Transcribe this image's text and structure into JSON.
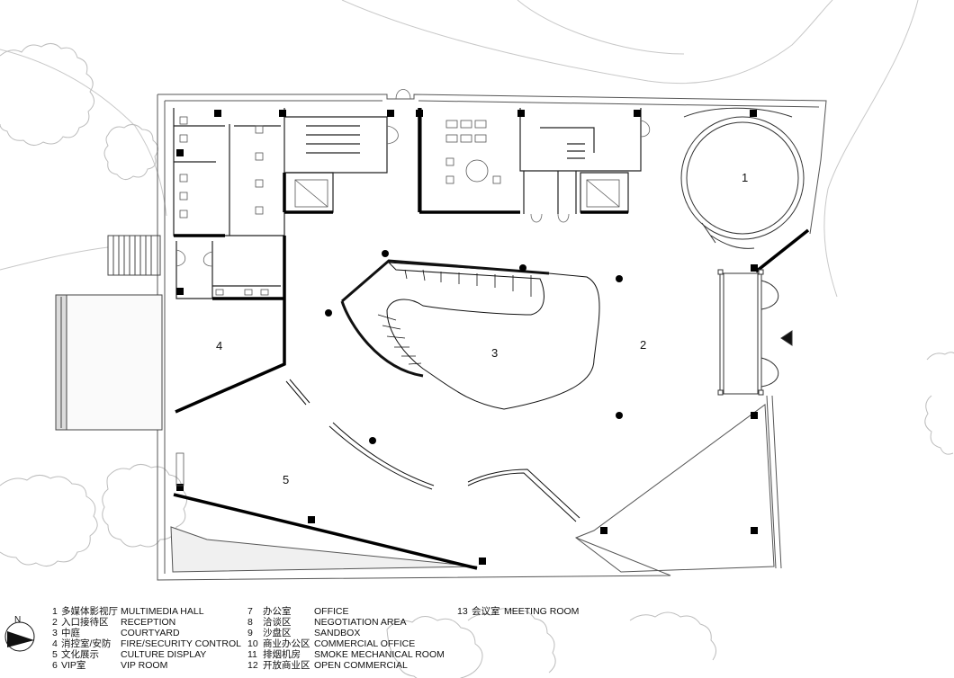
{
  "rooms": [
    {
      "num": "1"
    },
    {
      "num": "2"
    },
    {
      "num": "3"
    },
    {
      "num": "4"
    },
    {
      "num": "5"
    }
  ],
  "compass": {
    "label": "N"
  },
  "legend": [
    {
      "num": "1",
      "cn": "多媒体影视厅",
      "en": "MULTIMEDIA HALL"
    },
    {
      "num": "2",
      "cn": "入口接待区",
      "en": "RECEPTION"
    },
    {
      "num": "3",
      "cn": "中庭",
      "en": "COURTYARD"
    },
    {
      "num": "4",
      "cn": "消控室/安防",
      "en": "FIRE/SECURITY CONTROL"
    },
    {
      "num": "5",
      "cn": "文化展示",
      "en": "CULTURE DISPLAY"
    },
    {
      "num": "6",
      "cn": "VIP室",
      "en": "VIP ROOM"
    },
    {
      "num": "7",
      "cn": "办公室",
      "en": "OFFICE"
    },
    {
      "num": "8",
      "cn": "洽谈区",
      "en": "NEGOTIATION AREA"
    },
    {
      "num": "9",
      "cn": "沙盘区",
      "en": "SANDBOX"
    },
    {
      "num": "10",
      "cn": "商业办公区",
      "en": "COMMERCIAL OFFICE"
    },
    {
      "num": "11",
      "cn": "排烟机房",
      "en": "SMOKE MECHANICAL ROOM"
    },
    {
      "num": "12",
      "cn": "开放商业区",
      "en": "OPEN COMMERCIAL"
    },
    {
      "num": "13",
      "cn": "会议室",
      "en": "MEETING ROOM"
    }
  ]
}
